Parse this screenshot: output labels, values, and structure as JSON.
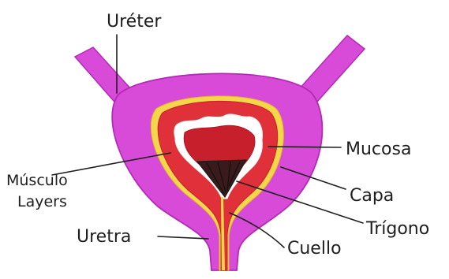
{
  "labels": {
    "ureter": "Uréter",
    "musculo_line1": "Músculo",
    "musculo_line2": "Layers",
    "mucosa": "Mucosa",
    "capa": "Capa",
    "trigono": "Trígono",
    "uretra": "Uretra",
    "cuello": "Cuello"
  },
  "colors": {
    "outer_wall": "#d84bd8",
    "outer_wall_dark": "#b32ab5",
    "yellow_layer": "#f4d64a",
    "red_layer": "#e0303a",
    "red_inner": "#c81f2c",
    "mucosa_white": "#ffffff",
    "trigone_fill": "#3a1a1a",
    "ink": "#1e1e1e"
  }
}
